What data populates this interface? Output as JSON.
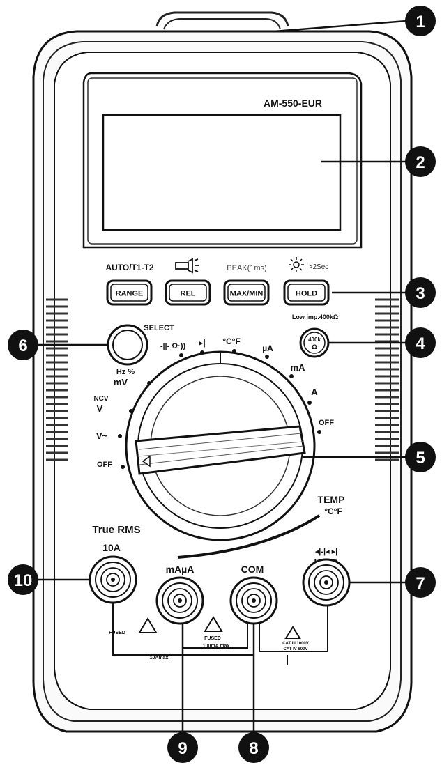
{
  "model": "AM-550-EUR",
  "button_top_labels": {
    "range": "AUTO/T1-T2",
    "maxmin": "PEAK(1ms)",
    "hold": ">2Sec"
  },
  "buttons": {
    "range": "RANGE",
    "rel": "REL",
    "maxmin": "MAX/MIN",
    "hold": "HOLD"
  },
  "select_label": "SELECT",
  "low_imp": {
    "label": "Low imp.400kΩ",
    "button_line1": "400k",
    "button_line2": "Ω"
  },
  "dial_labels": {
    "hz_pct": "Hz %",
    "mv": "mV",
    "ncv": "NCV",
    "v_dc": "V",
    "v_ac": "V~",
    "off_left": "OFF",
    "off_right": "OFF",
    "cap_ohm": "-||- Ω·))",
    "diode": "▸|",
    "temp": "°C°F",
    "ua": "µA",
    "ma": "mA",
    "a": "A"
  },
  "temp_label": "TEMP",
  "temp_unit": "°C°F",
  "true_rms": "True RMS",
  "terminals": {
    "t10a": "10A",
    "mauA": "mAµA",
    "com": "COM",
    "volt_line1": "◂|-|◂ ▸|",
    "volt_line2": "HzVΩ"
  },
  "fused_left": "FUSED",
  "fused_mid": "FUSED",
  "ma_max": "100mA max",
  "ten_a_max": "10Amax",
  "cat_line1": "CAT III 1000V",
  "cat_line2": "CAT IV 600V",
  "callouts": [
    "1",
    "2",
    "3",
    "4",
    "5",
    "6",
    "7",
    "8",
    "9",
    "10"
  ]
}
